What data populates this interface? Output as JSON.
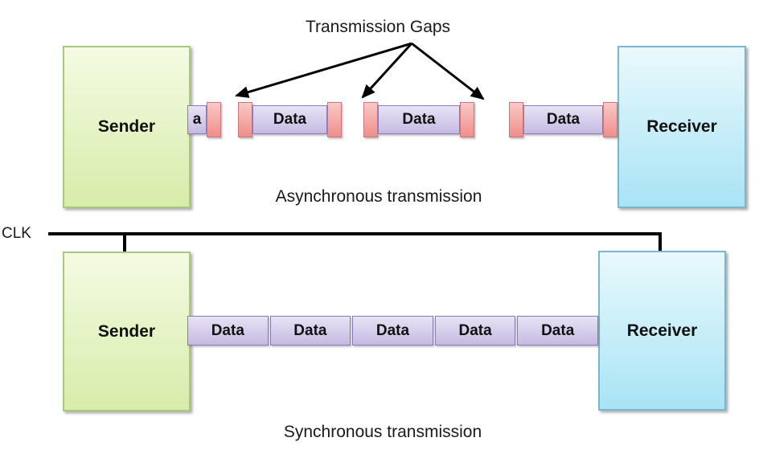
{
  "colors": {
    "sender_fill_top": "#f4fbe3",
    "sender_fill_bottom": "#d8ecaa",
    "sender_border": "#a8c87e",
    "receiver_fill_top": "#e9f9fc",
    "receiver_fill_bottom": "#a9e3f5",
    "receiver_border": "#7ab6cc",
    "data_fill_top": "#e8e3f4",
    "data_fill_bottom": "#c5bae2",
    "data_border": "#8a7ab8",
    "gap_fill_top": "#f9c9c5",
    "gap_fill_bottom": "#ef8e8b",
    "gap_border": "#c9767f",
    "line": "#000000"
  },
  "async": {
    "annotation": "Transmission Gaps",
    "caption": "Asynchronous transmission",
    "sender_label": "Sender",
    "receiver_label": "Receiver",
    "packets": [
      {
        "label": "a"
      },
      {
        "label": "Data"
      },
      {
        "label": "Data"
      },
      {
        "label": "Data"
      }
    ]
  },
  "sync": {
    "clock_label": "CLK",
    "caption": "Synchronous transmission",
    "sender_label": "Sender",
    "receiver_label": "Receiver",
    "packets": [
      {
        "label": "Data"
      },
      {
        "label": "Data"
      },
      {
        "label": "Data"
      },
      {
        "label": "Data"
      },
      {
        "label": "Data"
      }
    ]
  }
}
